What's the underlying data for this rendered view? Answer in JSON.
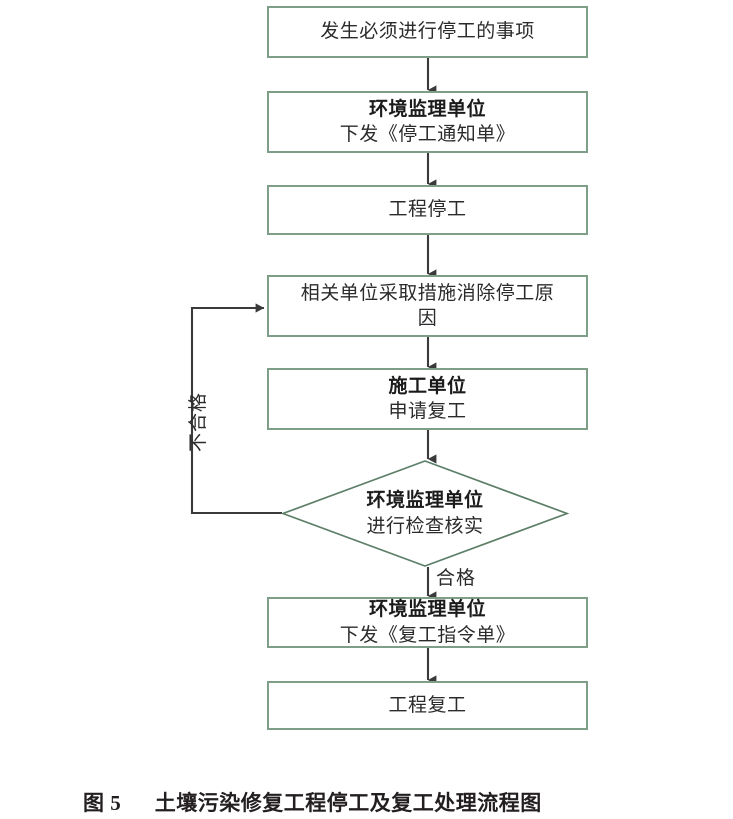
{
  "figure": {
    "caption_label": "图 5",
    "caption_title": "土壤污染修复工程停工及复工处理流程图",
    "border_color": "#7f9e88",
    "connector_color": "#3a3a3a",
    "text_color": "#2b2b2b"
  },
  "flow": {
    "type": "flowchart",
    "orientation": "top-to-bottom",
    "nodes": [
      {
        "id": "n1",
        "shape": "process",
        "lines": [
          "发生必须进行停工的事项"
        ],
        "bold_lines": []
      },
      {
        "id": "n2",
        "shape": "process",
        "lines": [
          "环境监理单位",
          "下发《停工通知单》"
        ],
        "bold_lines": [
          "环境监理单位"
        ]
      },
      {
        "id": "n3",
        "shape": "process",
        "lines": [
          "工程停工"
        ],
        "bold_lines": []
      },
      {
        "id": "n4",
        "shape": "process",
        "lines": [
          "相关单位采取措施消除停工原",
          "因"
        ],
        "bold_lines": []
      },
      {
        "id": "n5",
        "shape": "process",
        "lines": [
          "施工单位",
          "申请复工"
        ],
        "bold_lines": [
          "施工单位"
        ]
      },
      {
        "id": "n6",
        "shape": "decision",
        "lines": [
          "环境监理单位",
          "进行检查核实"
        ],
        "bold_lines": [
          "环境监理单位"
        ]
      },
      {
        "id": "n7",
        "shape": "process",
        "lines": [
          "环境监理单位",
          "下发《复工指令单》"
        ],
        "bold_lines": [
          "环境监理单位"
        ]
      },
      {
        "id": "n8",
        "shape": "process",
        "lines": [
          "工程复工"
        ],
        "bold_lines": []
      }
    ],
    "edges": [
      {
        "from": "n1",
        "to": "n2",
        "label": ""
      },
      {
        "from": "n2",
        "to": "n3",
        "label": ""
      },
      {
        "from": "n3",
        "to": "n4",
        "label": ""
      },
      {
        "from": "n4",
        "to": "n5",
        "label": ""
      },
      {
        "from": "n5",
        "to": "n6",
        "label": ""
      },
      {
        "from": "n6",
        "to": "n7",
        "label": "合格"
      },
      {
        "from": "n6",
        "to": "n4",
        "label": "不合格"
      }
    ],
    "labels": {
      "pass": "合格",
      "fail": "不合格"
    }
  },
  "node_text": {
    "n1_l1": "发生必须进行停工的事项",
    "n2_l1": "环境监理单位",
    "n2_l2": "下发《停工通知单》",
    "n3_l1": "工程停工",
    "n4_l1": "相关单位采取措施消除停工原",
    "n4_l2": "因",
    "n5_l1": "施工单位",
    "n5_l2": "申请复工",
    "n6_l1": "环境监理单位",
    "n6_l2": "进行检查核实",
    "n7_l1": "环境监理单位",
    "n7_l2": "下发《复工指令单》",
    "n8_l1": "工程复工"
  }
}
